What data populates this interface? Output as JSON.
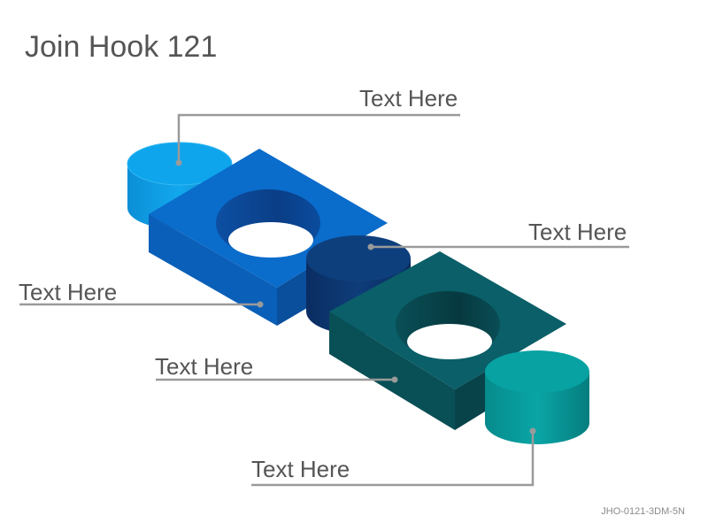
{
  "title": "Join Hook 121",
  "code": "JHO-0121-3DM-5N",
  "labels": [
    "Text Here",
    "Text Here",
    "Text Here",
    "Text Here",
    "Text Here"
  ],
  "colors": {
    "cylinder_light_blue": "#0ea5ec",
    "block_blue": "#0a6ccb",
    "cylinder_navy": "#0e3f7d",
    "block_teal": "#0a5f68",
    "cylinder_cyan": "#08a2a3",
    "callout_line": "#9a9a9a",
    "text": "#555555"
  }
}
